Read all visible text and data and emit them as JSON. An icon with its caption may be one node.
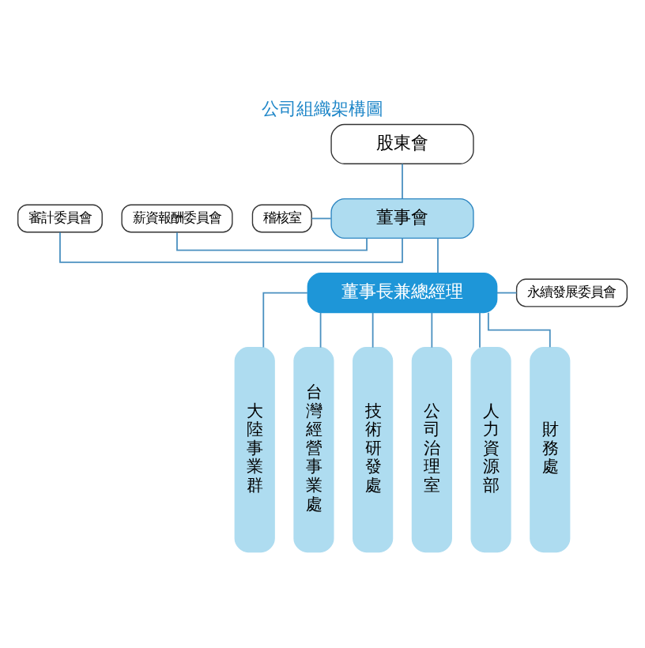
{
  "diagram": {
    "title": "公司組織架構圖",
    "nodes": [
      {
        "text": [
          "股東會"
        ]
      },
      {
        "text": [
          "審計委員會"
        ]
      },
      {
        "text": [
          "薪資報酬委員會"
        ]
      },
      {
        "text": [
          "稽核室"
        ]
      },
      {
        "text": [
          "董事會"
        ]
      },
      {
        "text": [
          "董事長兼總經理"
        ]
      },
      {
        "text": [
          "永續發展委員會"
        ]
      },
      {
        "text": [
          "大陸事業群"
        ]
      },
      {
        "text": [
          "台灣經營事業處"
        ]
      },
      {
        "text": [
          "技術研發處"
        ]
      },
      {
        "text": [
          "公司治理室"
        ]
      },
      {
        "text": [
          "人力資源部"
        ]
      },
      {
        "text": [
          "財務處"
        ]
      }
    ],
    "edges": [
      {
        "from": 0,
        "to": 4,
        "arrow": "none"
      },
      {
        "from": 1,
        "to": 4,
        "arrow": "none"
      },
      {
        "from": 2,
        "to": 4,
        "arrow": "none"
      },
      {
        "from": 3,
        "to": 4,
        "arrow": "none"
      },
      {
        "from": 4,
        "to": 5,
        "arrow": "none"
      },
      {
        "from": 5,
        "to": 6,
        "arrow": "none"
      },
      {
        "from": 5,
        "to": 7,
        "arrow": "none"
      },
      {
        "from": 5,
        "to": 8,
        "arrow": "none"
      },
      {
        "from": 5,
        "to": 9,
        "arrow": "none"
      },
      {
        "from": 5,
        "to": 10,
        "arrow": "none"
      },
      {
        "from": 5,
        "to": 11,
        "arrow": "none"
      },
      {
        "from": 5,
        "to": 12,
        "arrow": "none"
      }
    ]
  }
}
